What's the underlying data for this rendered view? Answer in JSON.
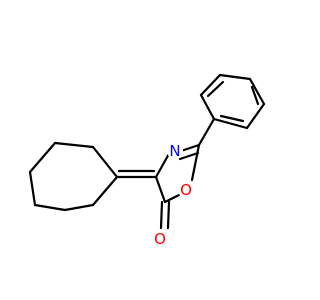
{
  "molecule": {
    "atoms": {
      "nitrogen": {
        "symbol": "N",
        "color": "#0000ff"
      },
      "ring_oxygen": {
        "symbol": "O",
        "color": "#ff0000"
      },
      "carbonyl_oxygen": {
        "symbol": "O",
        "color": "#ff0000"
      }
    },
    "bond_color": "#000000"
  }
}
